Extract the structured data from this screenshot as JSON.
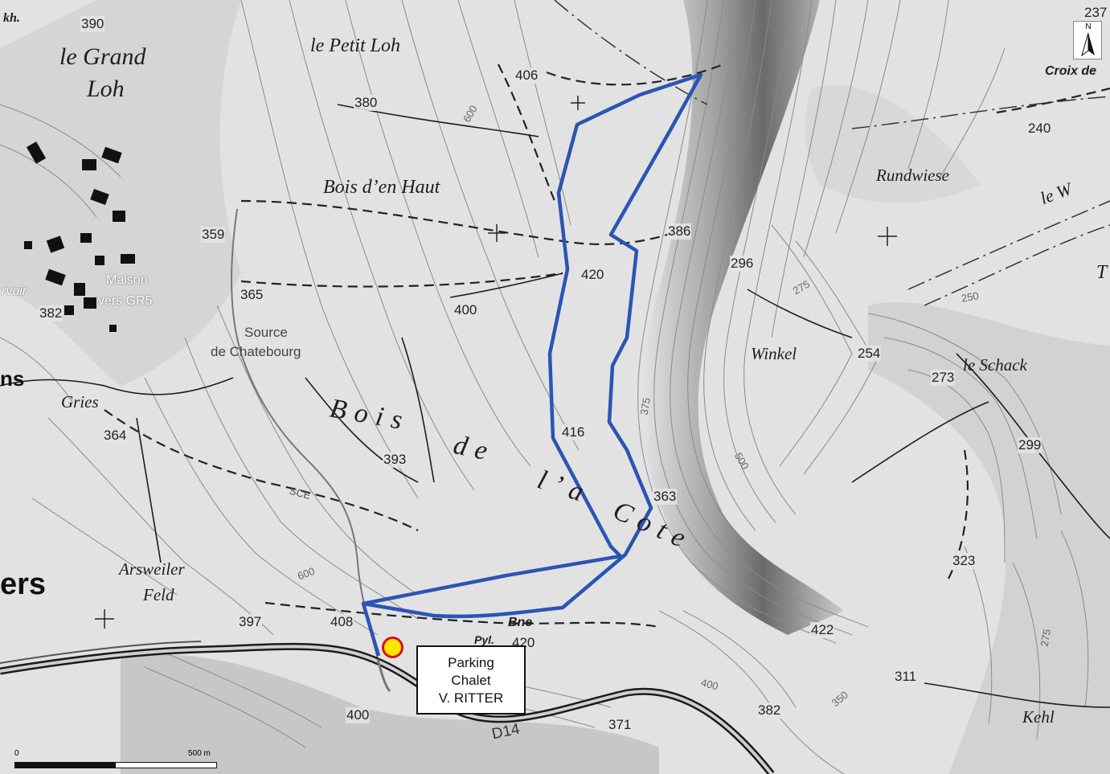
{
  "map": {
    "place_names": {
      "grand_loh_1": "le Grand",
      "grand_loh_2": "Loh",
      "petit_loh": "le Petit Loh",
      "bois_haut": "Bois d’en Haut",
      "bois_1": "Bois",
      "bois_2": "de",
      "bois_3": "l’a",
      "bois_4": "Cote",
      "rundwiese": "Rundwiese",
      "winkel": "Winkel",
      "schack": "le Schack",
      "gries": "Gries",
      "arsweiler_1": "Arsweiler",
      "arsweiler_2": "Feld",
      "kehl": "Kehl",
      "croix": "Croix de",
      "source_1": "Source",
      "source_2": "de Chatebourg",
      "khh": "kh.",
      "edge_w": "le W",
      "edge_t": "T"
    },
    "elevations": {
      "e390": "390",
      "e406": "406",
      "e380": "380",
      "e359": "359",
      "e365": "365",
      "e382w": "382",
      "e420a": "420",
      "e400a": "400",
      "e386": "386",
      "e296": "296",
      "e240": "240",
      "e254": "254",
      "e273": "273",
      "e299": "299",
      "e416": "416",
      "e393": "393",
      "e363": "363",
      "e364": "364",
      "e323": "323",
      "e397": "397",
      "e408": "408",
      "e420b": "420",
      "e422": "422",
      "e311": "311",
      "e400b": "400",
      "e371": "371",
      "e382s": "382",
      "e237": "237"
    },
    "contours": {
      "c600a": "600",
      "c600b": "600",
      "c500": "500",
      "c275a": "275",
      "c275b": "275",
      "c250": "250",
      "c375": "375",
      "c400": "400",
      "c350": "350"
    },
    "roads": {
      "d14": "D14",
      "sce": "SCE",
      "bne": "Bne",
      "pyl": "Pyl."
    },
    "misc": {
      "maison_1": "Maison",
      "maison_2": "vers GR5",
      "edge_ns": "ns",
      "edge_ers": "ers",
      "voir": "rvoir"
    },
    "parking": {
      "line1": "Parking",
      "line2": "Chalet",
      "line3": "V. RITTER"
    },
    "north_label": "N",
    "scale": {
      "start": "0",
      "end": "500 m"
    },
    "colors": {
      "route": "#2a55b3",
      "marker_fill": "#ffe600",
      "marker_ring": "#d3121b"
    }
  }
}
